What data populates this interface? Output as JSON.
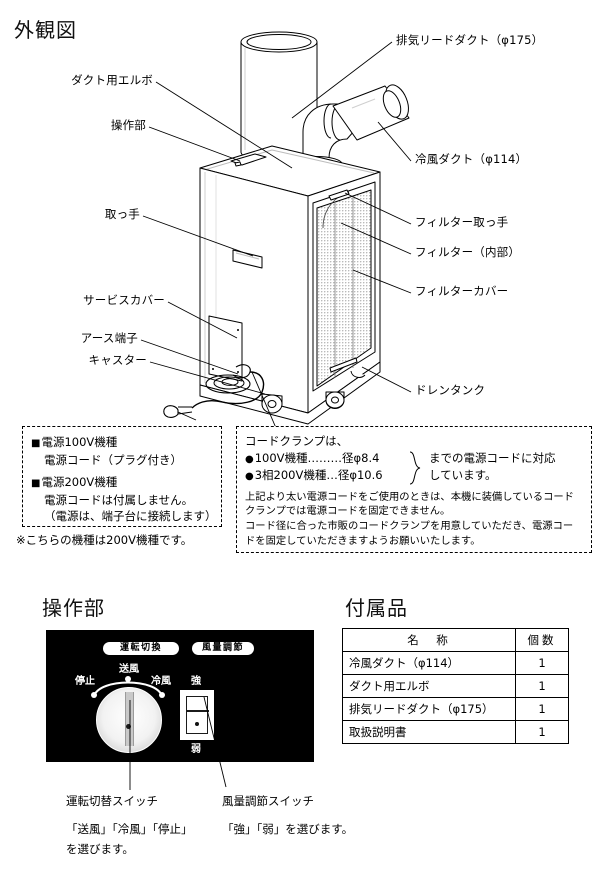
{
  "sections": {
    "exterior_title": "外観図",
    "control_title": "操作部",
    "accessories_title": "付属品"
  },
  "callouts": {
    "left": [
      {
        "id": "duct-elbow",
        "text": "ダクト用エルボ"
      },
      {
        "id": "control-section",
        "text": "操作部"
      },
      {
        "id": "handle",
        "text": "取っ手"
      },
      {
        "id": "service-cover",
        "text": "サービスカバー"
      },
      {
        "id": "ground-terminal",
        "text": "アース端子"
      },
      {
        "id": "caster",
        "text": "キャスター"
      }
    ],
    "right": [
      {
        "id": "exhaust-lead-duct",
        "text": "排気リードダクト（φ175）"
      },
      {
        "id": "cool-air-duct",
        "text": "冷風ダクト（φ114）"
      },
      {
        "id": "filter-handle",
        "text": "フィルター取っ手"
      },
      {
        "id": "filter-internal",
        "text": "フィルター（内部）"
      },
      {
        "id": "filter-cover",
        "text": "フィルターカバー"
      },
      {
        "id": "drain-tank",
        "text": "ドレンタンク"
      }
    ]
  },
  "power_box": {
    "line1": "電源100V機種",
    "line2": "電源コード（プラグ付き）",
    "line3": "電源200V機種",
    "line4": "電源コードは付属しません。",
    "line5": "（電源は、端子台に接続します）"
  },
  "power_note": "※こちらの機種は200V機種です。",
  "clamp_box": {
    "heading": "コードクランプは、",
    "row1_label": "100V機種………径φ8.4",
    "row2_label": "3相200V機種…径φ10.6",
    "brace_text_1": "までの電源コードに対応",
    "brace_text_2": "しています。",
    "body": [
      "上記より太い電源コードをご使用のときは、本機に装備しているコード",
      "クランプでは電源コードを固定できません。",
      "コード径に合った市販のコードクランプを用意していただき、電源コー",
      "ドを固定していただきますようお願いいたします。"
    ]
  },
  "control_panel": {
    "mode_pill": "運転切換",
    "fan_pill": "風量調節",
    "mode_positions": {
      "stop": "停止",
      "blow": "送風",
      "cool": "冷風"
    },
    "fan_positions": {
      "high": "強",
      "low": "弱"
    },
    "captions": [
      {
        "id": "mode-switch",
        "title": "運転切替スイッチ",
        "body_line1": "「送風」「冷風」「停止」",
        "body_line2": "を選びます。"
      },
      {
        "id": "fan-switch",
        "title": "風量調節スイッチ",
        "body_line1": "「強」「弱」を選びます。",
        "body_line2": ""
      }
    ]
  },
  "accessories_table": {
    "headers": [
      "名　称",
      "個数"
    ],
    "rows": [
      {
        "name": "冷風ダクト（φ114）",
        "qty": "1"
      },
      {
        "name": "ダクト用エルボ",
        "qty": "1"
      },
      {
        "name": "排気リードダクト（φ175）",
        "qty": "1"
      },
      {
        "name": "取扱説明書",
        "qty": "1"
      }
    ]
  },
  "colors": {
    "ink": "#000000",
    "paper": "#ffffff",
    "panel_bg": "#000000",
    "panel_fg": "#ffffff"
  }
}
